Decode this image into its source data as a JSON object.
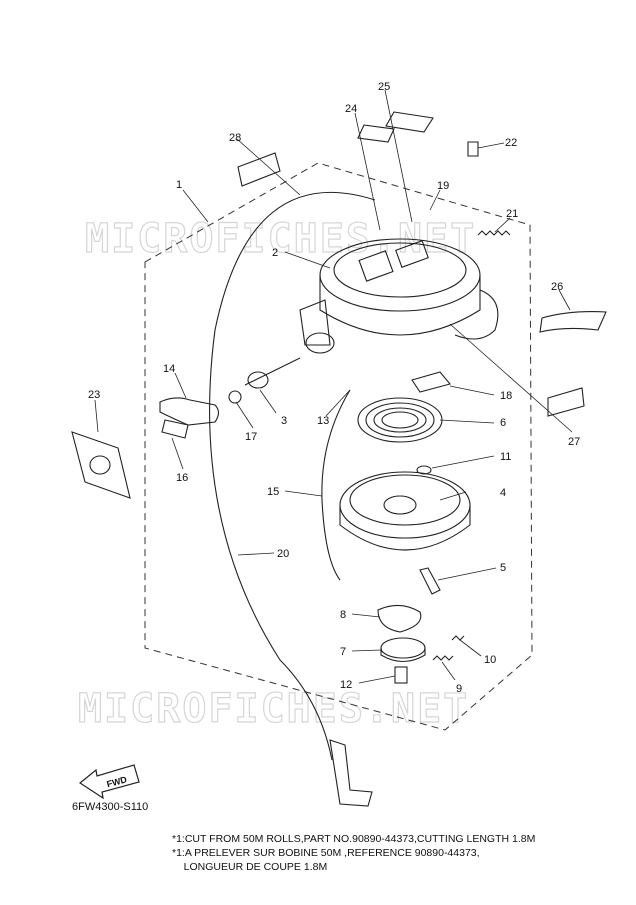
{
  "diagram": {
    "reference_code": "6FW4300-S110",
    "fwd_label": "FWD",
    "watermark": "MICROFICHES.NET",
    "callouts": [
      "1",
      "2",
      "3",
      "4",
      "5",
      "6",
      "7",
      "8",
      "9",
      "10",
      "11",
      "12",
      "13",
      "14",
      "15",
      "16",
      "17",
      "18",
      "19",
      "20",
      "21",
      "22",
      "23",
      "24",
      "25",
      "26",
      "27",
      "28"
    ],
    "notes": [
      "*1:CUT FROM 50M ROLLS,PART NO.90890-44373,CUTTING LENGTH 1.8M",
      "*1:A PRELEVER SUR BOBINE 50M ,REFERENCE 90890-44373,",
      "    LONGUEUR DE COUPE 1.8M"
    ]
  }
}
